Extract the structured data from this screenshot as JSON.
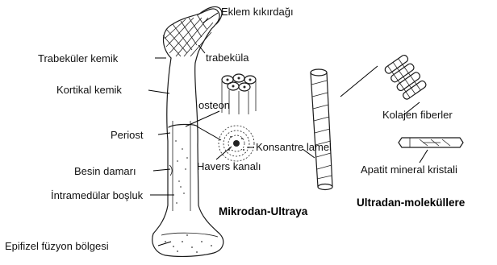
{
  "labels": {
    "eklem_kikirdagi": "Eklem kıkırdağı",
    "trabekuler_kemik": "Trabeküler kemik",
    "trabekula": "trabeküla",
    "kortikal_kemik": "Kortikal kemik",
    "osteon": "osteon",
    "periost": "Periost",
    "besin_damari": "Besin damarı",
    "intramedular_bosluk": "İntramedülar boşluk",
    "epifizel_fuzyon_bolgesi": "Epifizel füzyon bölgesi",
    "havers_kanali": "Havers kanalı",
    "konsantre_lamel": "Konsantre lamel",
    "kolajen_fiberler": "Kolajen fiberler",
    "apatit_mineral_kristali": "Apatit mineral kristali"
  },
  "headings": {
    "mikrodan_ultraya": "Mikrodan-Ultraya",
    "ultradan_molekulere": "Ultradan-moleküllere"
  }
}
